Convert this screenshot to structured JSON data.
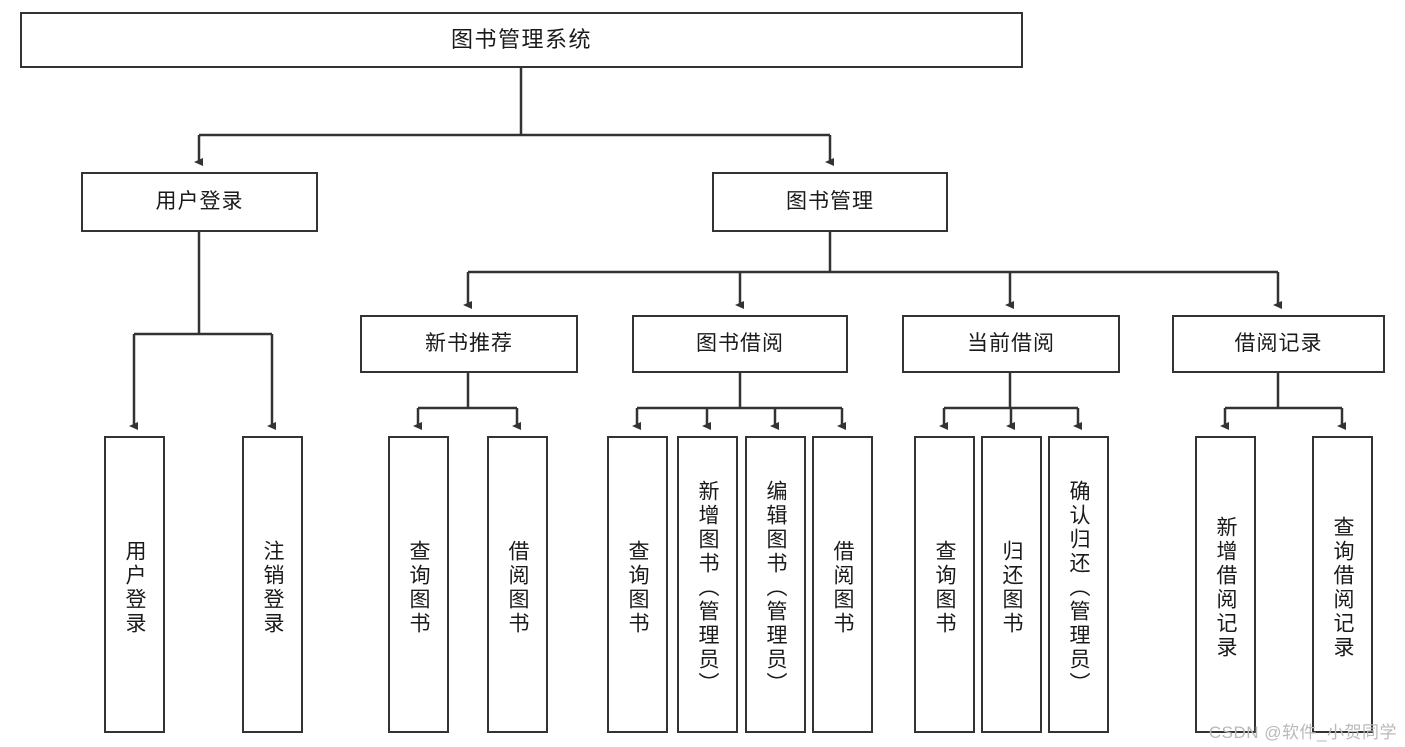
{
  "diagram": {
    "title_text": "图书管理系统",
    "stroke_color": "#333333",
    "fill_color": "#ffffff",
    "text_color": "#1a1a1a",
    "watermark": "CSDN @软件_小贺同学"
  },
  "nodes": {
    "root": {
      "label": "图书管理系统"
    },
    "level1": [
      {
        "label": "用户登录"
      },
      {
        "label": "图书管理"
      }
    ],
    "level2": [
      {
        "label": "新书推荐"
      },
      {
        "label": "图书借阅"
      },
      {
        "label": "当前借阅"
      },
      {
        "label": "借阅记录"
      }
    ],
    "leaves_user_login": [
      {
        "label": "用户登录"
      },
      {
        "label": "注销登录"
      }
    ],
    "leaves_new_books": [
      {
        "label": "查询图书"
      },
      {
        "label": "借阅图书"
      }
    ],
    "leaves_borrow": [
      {
        "label": "查询图书"
      },
      {
        "label": "新增图书（管理员）"
      },
      {
        "label": "编辑图书（管理员）"
      },
      {
        "label": "借阅图书"
      }
    ],
    "leaves_current": [
      {
        "label": "查询图书"
      },
      {
        "label": "归还图书"
      },
      {
        "label": "确认归还（管理员）"
      }
    ],
    "leaves_records": [
      {
        "label": "新增借阅记录"
      },
      {
        "label": "查询借阅记录"
      }
    ]
  }
}
